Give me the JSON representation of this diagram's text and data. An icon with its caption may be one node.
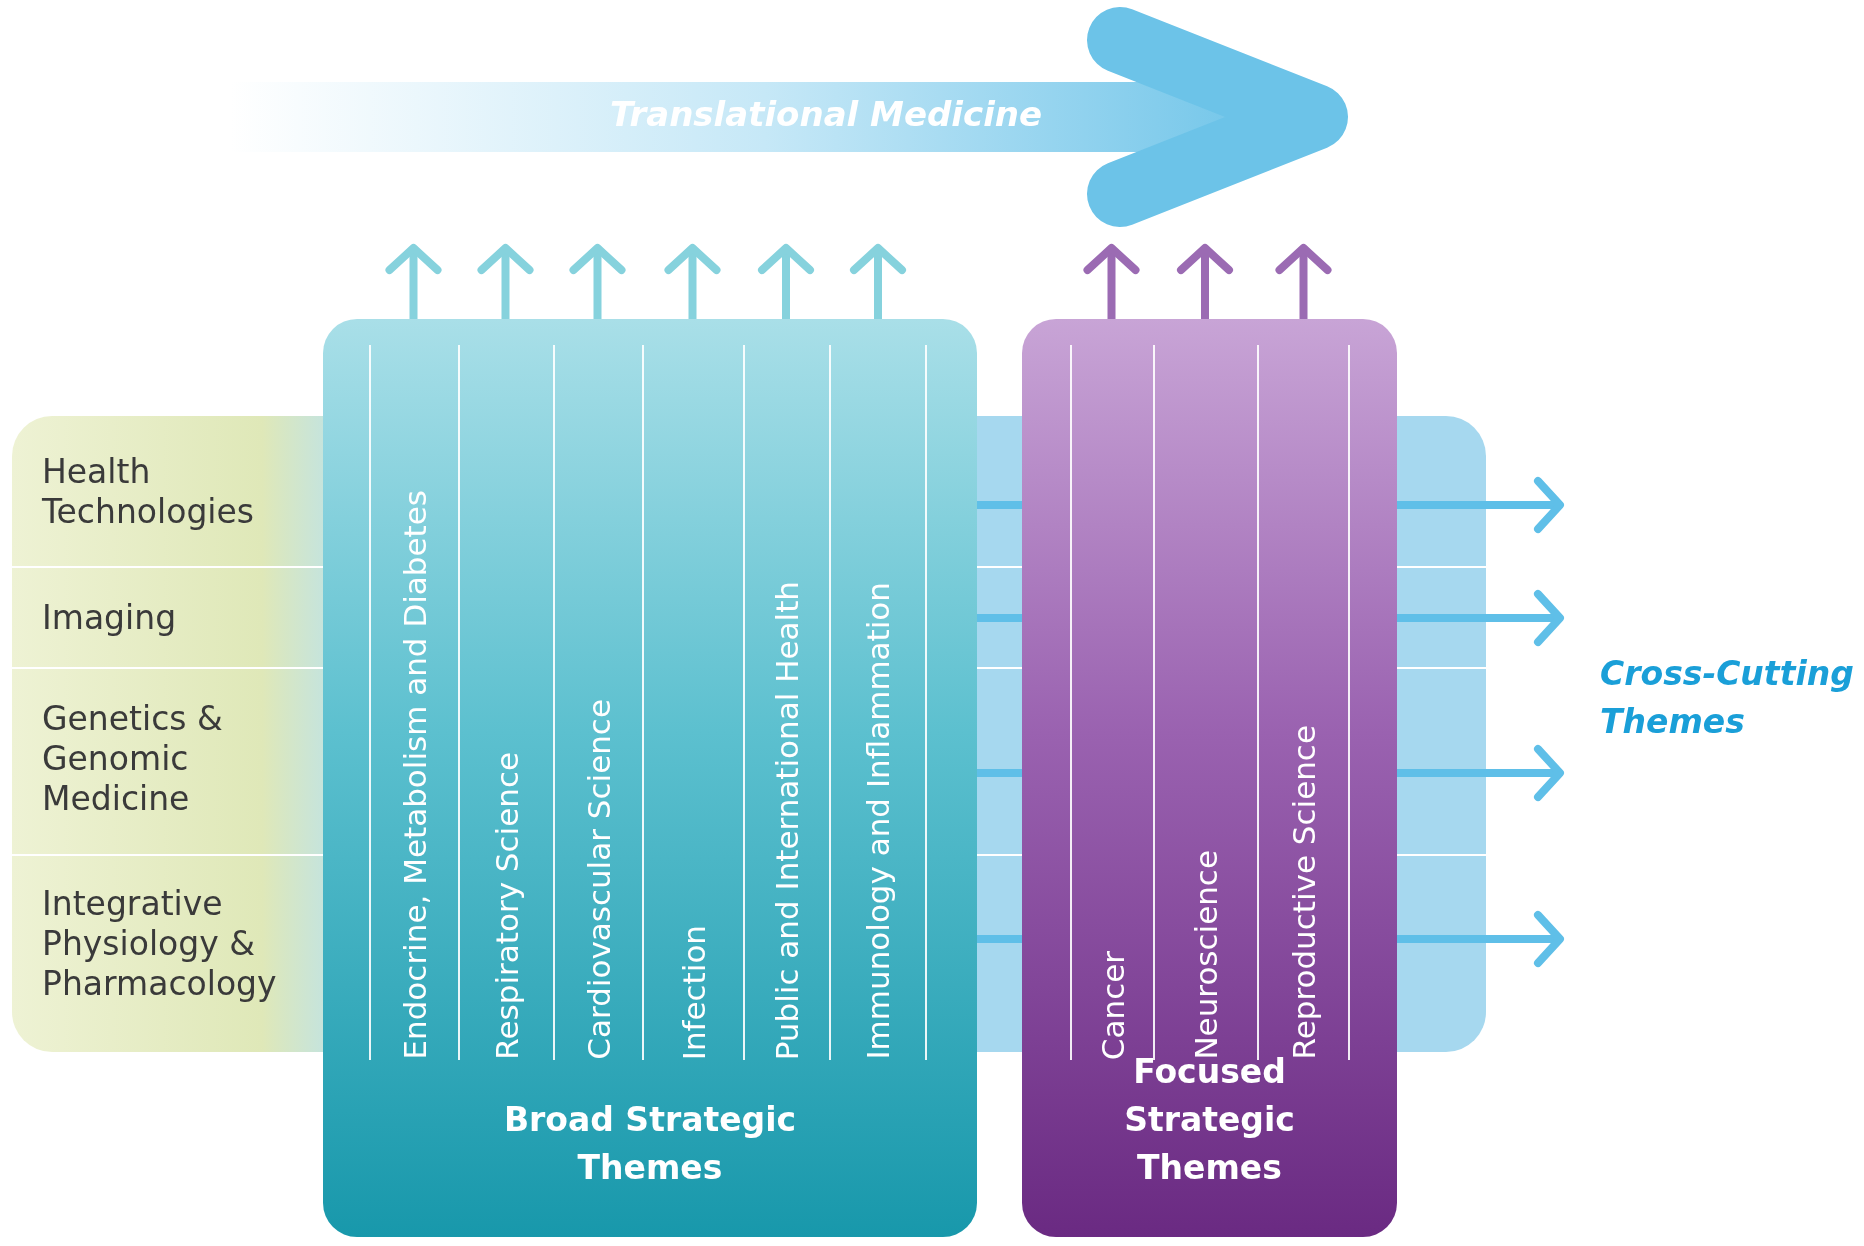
{
  "diagram": {
    "nodes": [
      {
        "text": [
          "Translational Medicine"
        ]
      },
      {
        "text": [
          "Health Technologies"
        ]
      },
      {
        "text": [
          "Imaging"
        ]
      },
      {
        "text": [
          "Genetics & Genomic Medicine"
        ]
      },
      {
        "text": [
          "Integrative Physiology & Pharmacology"
        ]
      },
      {
        "text": [
          "Broad Strategic Themes"
        ]
      },
      {
        "text": [
          "Endocrine, Metabolism and Diabetes"
        ],
        "in": 5
      },
      {
        "text": [
          "Respiratory Science"
        ],
        "in": 5
      },
      {
        "text": [
          "Cardiovascular Science"
        ],
        "in": 5
      },
      {
        "text": [
          "Infection"
        ],
        "in": 5
      },
      {
        "text": [
          "Public and International Health"
        ],
        "in": 5
      },
      {
        "text": [
          "Immunology and Inflammation"
        ],
        "in": 5
      },
      {
        "text": [
          "Focused Strategic Themes"
        ]
      },
      {
        "text": [
          "Cancer"
        ],
        "in": 12
      },
      {
        "text": [
          "Neuroscience"
        ],
        "in": 12
      },
      {
        "text": [
          "Reproductive Science"
        ],
        "in": 12
      }
    ],
    "edges": [
      {
        "from": 6,
        "to": 0,
        "arrow": "to"
      },
      {
        "from": 7,
        "to": 0,
        "arrow": "to"
      },
      {
        "from": 8,
        "to": 0,
        "arrow": "to"
      },
      {
        "from": 9,
        "to": 0,
        "arrow": "to"
      },
      {
        "from": 10,
        "to": 0,
        "arrow": "to"
      },
      {
        "from": 11,
        "to": 0,
        "arrow": "to"
      },
      {
        "from": 13,
        "to": 0,
        "arrow": "to",
        "color": "#9b6bb3"
      },
      {
        "from": 14,
        "to": 0,
        "arrow": "to",
        "color": "#9b6bb3"
      },
      {
        "from": 15,
        "to": 0,
        "arrow": "to",
        "color": "#9b6bb3"
      },
      {
        "from": 1,
        "to": null,
        "arrow": "to",
        "color": "#5fbfe8"
      },
      {
        "from": 2,
        "to": null,
        "arrow": "to",
        "color": "#5fbfe8"
      },
      {
        "from": 3,
        "to": null,
        "arrow": "to",
        "color": "#5fbfe8"
      },
      {
        "from": 4,
        "to": null,
        "arrow": "to",
        "color": "#5fbfe8"
      }
    ],
    "labels": [
      "Cross-Cutting Themes"
    ]
  }
}
